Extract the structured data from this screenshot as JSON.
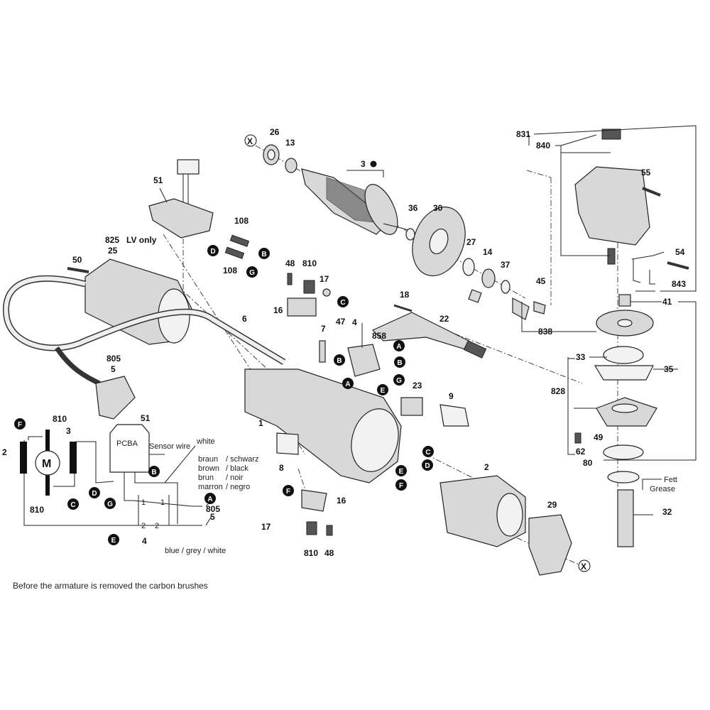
{
  "labels": {
    "x1": "X",
    "p26": "26",
    "p13": "13",
    "p3": "3",
    "p51": "51",
    "p108a": "108",
    "p108b": "108",
    "p825": "825",
    "lv_only": "LV only",
    "p25": "25",
    "p50": "50",
    "p36": "36",
    "p30": "30",
    "p27": "27",
    "p14": "14",
    "p37": "37",
    "p45": "45",
    "p48a": "48",
    "p810a": "810",
    "p17a": "17",
    "p16a": "16",
    "p18": "18",
    "p22": "22",
    "p6": "6",
    "p7": "7",
    "p47": "47",
    "p4": "4",
    "p858": "858",
    "p23": "23",
    "p9": "9",
    "p1": "1",
    "p8": "8",
    "p2": "2",
    "p16b": "16",
    "p17b": "17",
    "p810b": "810",
    "p48b": "48",
    "p29": "29",
    "x2": "X",
    "p805": "805",
    "p5": "5",
    "p831": "831",
    "p840": "840",
    "p55": "55",
    "p54": "54",
    "p843": "843",
    "p41": "41",
    "p838": "838",
    "p33": "33",
    "p35": "35",
    "p828": "828",
    "p49": "49",
    "p62": "62",
    "p80": "80",
    "p32": "32",
    "fett": "Fett",
    "grease": "Grease"
  },
  "connectors": {
    "A": "A",
    "B": "B",
    "C": "C",
    "D": "D",
    "E": "E",
    "F": "F",
    "G": "G"
  },
  "wiring": {
    "motor": "M",
    "p810_top": "810",
    "p810_bot": "810",
    "p3": "3",
    "p2": "2",
    "p51": "51",
    "pcba": "PCBA",
    "sensor_wire": "Sensor wire",
    "white": "white",
    "colors": [
      {
        "a": "braun",
        "b": "/ schwarz"
      },
      {
        "a": "brown",
        "b": "/ black"
      },
      {
        "a": "brun",
        "b": "/ noir"
      },
      {
        "a": "marron",
        "b": "/ negro"
      }
    ],
    "sw1a": "1",
    "sw1b": "1",
    "sw2a": "2",
    "sw2b": "2",
    "p4": "4",
    "p805": "805",
    "p5": "5",
    "blue_grey_white": "blue / grey  / white"
  },
  "footer_note": "Before the armature is removed the carbon brushes"
}
